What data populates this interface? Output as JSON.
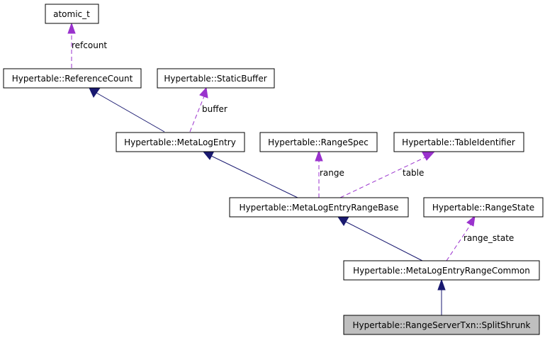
{
  "nodes": [
    {
      "id": "atomic",
      "label": "atomic_t"
    },
    {
      "id": "refcount",
      "label": "Hypertable::ReferenceCount"
    },
    {
      "id": "staticbuffer",
      "label": "Hypertable::StaticBuffer"
    },
    {
      "id": "metalogentry",
      "label": "Hypertable::MetaLogEntry"
    },
    {
      "id": "rangespec",
      "label": "Hypertable::RangeSpec"
    },
    {
      "id": "tableid",
      "label": "Hypertable::TableIdentifier"
    },
    {
      "id": "rangebase",
      "label": "Hypertable::MetaLogEntryRangeBase"
    },
    {
      "id": "rangestate",
      "label": "Hypertable::RangeState"
    },
    {
      "id": "rangecommon",
      "label": "Hypertable::MetaLogEntryRangeCommon"
    },
    {
      "id": "splitshrunk",
      "label": "Hypertable::RangeServerTxn::SplitShrunk",
      "highlighted": true
    }
  ],
  "edges": [
    {
      "id": "e-refcount-atomic",
      "from": "refcount",
      "to": "atomic",
      "kind": "usage",
      "label": "refcount"
    },
    {
      "id": "e-metalog-refcount",
      "from": "metalogentry",
      "to": "refcount",
      "kind": "inheritance",
      "label": ""
    },
    {
      "id": "e-metalog-staticbuffer",
      "from": "metalogentry",
      "to": "staticbuffer",
      "kind": "usage",
      "label": "buffer"
    },
    {
      "id": "e-rangebase-metalog",
      "from": "rangebase",
      "to": "metalogentry",
      "kind": "inheritance",
      "label": ""
    },
    {
      "id": "e-rangebase-rangespec",
      "from": "rangebase",
      "to": "rangespec",
      "kind": "usage",
      "label": "range"
    },
    {
      "id": "e-rangebase-tableid",
      "from": "rangebase",
      "to": "tableid",
      "kind": "usage",
      "label": "table"
    },
    {
      "id": "e-rangecommon-rangebase",
      "from": "rangecommon",
      "to": "rangebase",
      "kind": "inheritance",
      "label": ""
    },
    {
      "id": "e-rangecommon-rangestate",
      "from": "rangecommon",
      "to": "rangestate",
      "kind": "usage",
      "label": "range_state"
    },
    {
      "id": "e-splitshrunk-rangecommon",
      "from": "splitshrunk",
      "to": "rangecommon",
      "kind": "inheritance",
      "label": ""
    }
  ],
  "colors": {
    "inheritance": "#191970",
    "usage": "#9a32cd",
    "highlight_fill": "#bfbfbf",
    "node_fill": "#ffffff"
  }
}
